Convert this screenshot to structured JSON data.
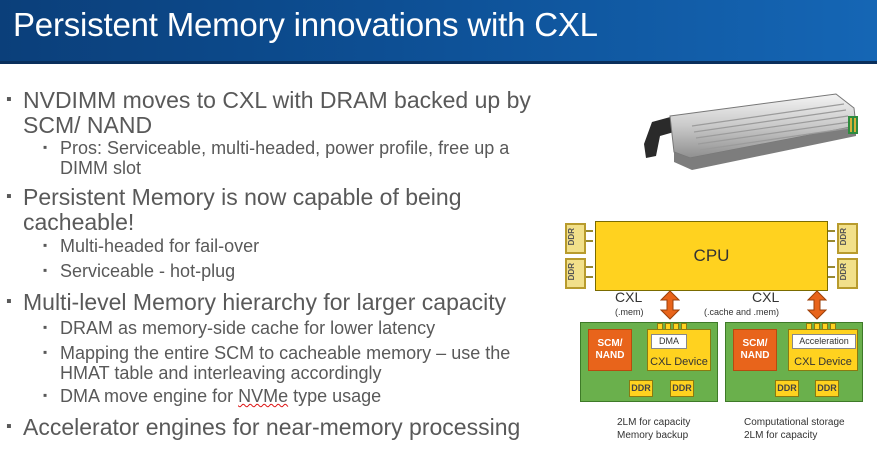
{
  "slide": {
    "title": "Persistent Memory innovations with CXL"
  },
  "bullets": [
    {
      "text": "NVDIMM moves to CXL with DRAM backed up by",
      "cont": "SCM/ NAND",
      "sub": [
        {
          "text": "Pros: Serviceable, multi-headed, power profile, free up a",
          "cont": "DIMM slot"
        }
      ]
    },
    {
      "text": "Persistent Memory is now capable of being",
      "cont": "cacheable!",
      "sub": [
        {
          "text": "Multi-headed for fail-over"
        },
        {
          "text": "Serviceable - hot-plug"
        }
      ]
    },
    {
      "text": "Multi-level Memory hierarchy for larger capacity",
      "sub": [
        {
          "text": "DRAM as memory-side cache for lower latency"
        },
        {
          "text": "Mapping the entire SCM to cacheable memory – use the",
          "cont": "HMAT table and interleaving accordingly"
        },
        {
          "text": "DMA move engine for ",
          "squig": "NVMe",
          "after": " type usage"
        }
      ]
    },
    {
      "text": "Accelerator engines for near-memory processing"
    }
  ],
  "diagram": {
    "cpu_label": "CPU",
    "ddr_label": "DDR",
    "left": {
      "cxl_label": "CXL",
      "cxl_sub": "(.mem)",
      "scm_line1": "SCM/",
      "scm_line2": "NAND",
      "inner_label": "DMA",
      "device_label": "CXL Device",
      "ddr_labels": [
        "DDR",
        "DDR"
      ],
      "caption_line1": "2LM for capacity",
      "caption_line2": "Memory backup"
    },
    "right": {
      "cxl_label": "CXL",
      "cxl_sub": "(.cache and .mem)",
      "scm_line1": "SCM/",
      "scm_line2": "NAND",
      "inner_label": "Acceleration",
      "device_label": "CXL Device",
      "ddr_labels": [
        "DDR",
        "DDR"
      ],
      "caption_line1": "Computational storage",
      "caption_line2": "2LM for capacity"
    }
  },
  "colors": {
    "header": "#0d4f94",
    "cpu": "#ffd21f",
    "card": "#6ab04c",
    "scm": "#e8641b",
    "arrow": "#e8641b"
  }
}
